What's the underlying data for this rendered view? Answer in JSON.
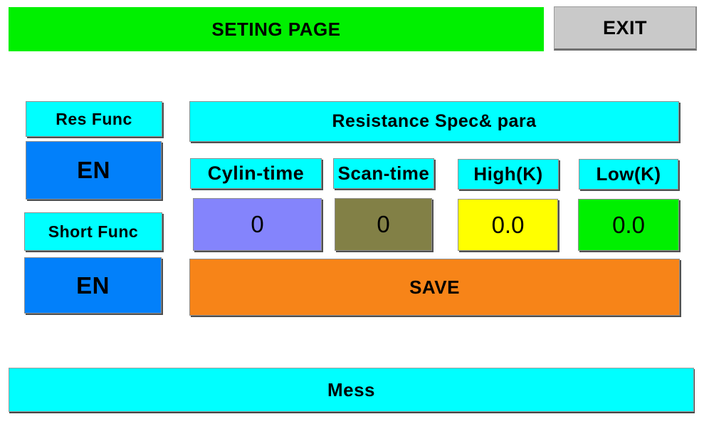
{
  "header": {
    "title": "SETING PAGE",
    "exit_label": "EXIT"
  },
  "left_panel": {
    "res_func": {
      "label": "Res Func",
      "value": "EN"
    },
    "short_func": {
      "label": "Short Func",
      "value": "EN"
    }
  },
  "params_panel": {
    "title": "Resistance Spec& para",
    "columns": [
      {
        "label": "Cylin-time",
        "value": "0"
      },
      {
        "label": "Scan-time",
        "value": "0"
      },
      {
        "label": "High(K)",
        "value": "0.0"
      },
      {
        "label": "Low(K)",
        "value": "0.0"
      }
    ],
    "save_label": "SAVE"
  },
  "message_bar": {
    "label": "Mess"
  },
  "colors": {
    "banner_green": "#00F000",
    "cyan": "#00FFFF",
    "enable_blue": "#0280FA",
    "cylin_value_bg": "#8484FC",
    "scan_value_bg": "#828046",
    "high_value_bg": "#FFFF00",
    "low_value_bg": "#00F000",
    "save_orange": "#F78418",
    "exit_gray": "#C9C9C9"
  }
}
